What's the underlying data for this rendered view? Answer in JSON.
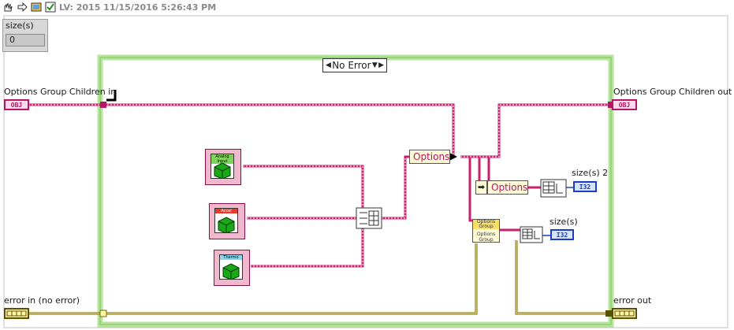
{
  "toolbar": {
    "title": "LV: 2015 11/15/2016 5:26:43 PM",
    "icons": [
      "hand-tool-icon",
      "arrow-tool-icon",
      "vi-icon",
      "checkbox-icon"
    ]
  },
  "size_indicator": {
    "label": "size(s)",
    "value": "0"
  },
  "case_structure": {
    "selector": "No Error"
  },
  "left_terminals": {
    "options_in": {
      "label": "Options Group Children in",
      "type": "OBJ"
    },
    "error_in": {
      "label": "error in (no error)"
    }
  },
  "right_terminals": {
    "options_out": {
      "label": "Options Group Children out",
      "type": "OBJ"
    },
    "error_out": {
      "label": "error out"
    }
  },
  "refs": [
    {
      "title": "Analog Input",
      "color": "#7fd35a"
    },
    {
      "title": "Accel",
      "color": "#e83a2a"
    },
    {
      "title": "Thermo",
      "color": "#8ad8f0"
    }
  ],
  "property_nodes": {
    "top": "Options",
    "middle": "Options"
  },
  "method_node": {
    "label": "Options Group"
  },
  "size_outputs": {
    "a": "size(s) 2",
    "b": "size(s)",
    "type": "I32"
  },
  "colors": {
    "wire_pink": "#c8206e",
    "wire_error": "#7a6a00",
    "case_border": "#7fd35a"
  }
}
